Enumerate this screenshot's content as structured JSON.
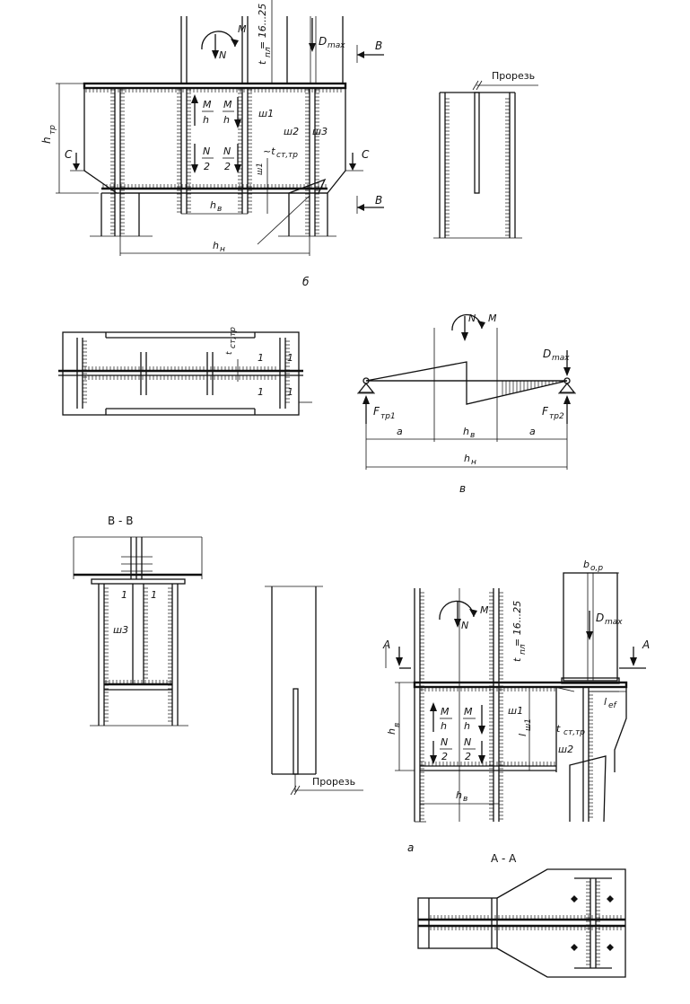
{
  "labels": {
    "h_tr": "h",
    "h_tr_sub": "тр",
    "C": "C",
    "B": "B",
    "A": "A",
    "t_pl": "t",
    "t_pl_sub": "пл",
    "t_pl_val": "= 16...25",
    "D": "D",
    "D_sub": "max",
    "M": "M",
    "N": "N",
    "h_v": "h",
    "h_v_sub": "в",
    "h_n": "h",
    "h_n_sub": "н",
    "frac_M": "M",
    "frac_N": "N",
    "frac_2": "2",
    "sh1": "ш1",
    "sh2": "ш2",
    "sh3": "ш3",
    "t_st": "~t",
    "t_st_sub": "ст,тр",
    "t_st2": "t",
    "l_sh": "l",
    "l_sh_sub": "ш1",
    "prorez": "Прорезь",
    "caption_b": "б",
    "caption_v": "в",
    "caption_a": "а",
    "F": "F",
    "F1_sub": "тр1",
    "F2_sub": "тр2",
    "a": "a",
    "one": "1",
    "section_BB": "B - B",
    "section_AA": "A - A",
    "b_op": "b",
    "b_op_sub": "о,р",
    "l_ef": "l",
    "l_ef_sub": "ef"
  }
}
